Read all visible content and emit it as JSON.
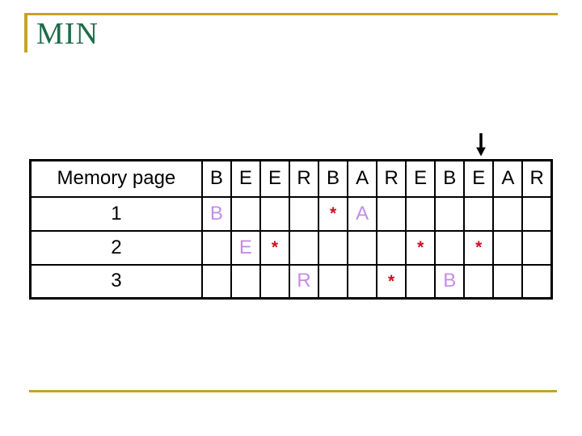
{
  "slide": {
    "title": "MIN",
    "colors": {
      "gold": "#C7A225",
      "title_green": "#1E6C4A",
      "letter_purple": "#C48CE8",
      "star_red": "#CC1122"
    }
  },
  "table": {
    "header_label": "Memory page",
    "reference_string": [
      "B",
      "E",
      "E",
      "R",
      "B",
      "A",
      "R",
      "E",
      "B",
      "E",
      "A",
      "R"
    ],
    "arrow_column_index": 9,
    "rows": [
      {
        "label": "1",
        "cells": [
          "B",
          "",
          "",
          "",
          "*",
          "A",
          "",
          "",
          "",
          "",
          "",
          ""
        ]
      },
      {
        "label": "2",
        "cells": [
          "",
          "E",
          "*",
          "",
          "",
          "",
          "",
          "*",
          "",
          "*",
          "",
          ""
        ]
      },
      {
        "label": "3",
        "cells": [
          "",
          "",
          "",
          "R",
          "",
          "",
          "*",
          "",
          "B",
          "",
          "",
          ""
        ]
      }
    ]
  }
}
